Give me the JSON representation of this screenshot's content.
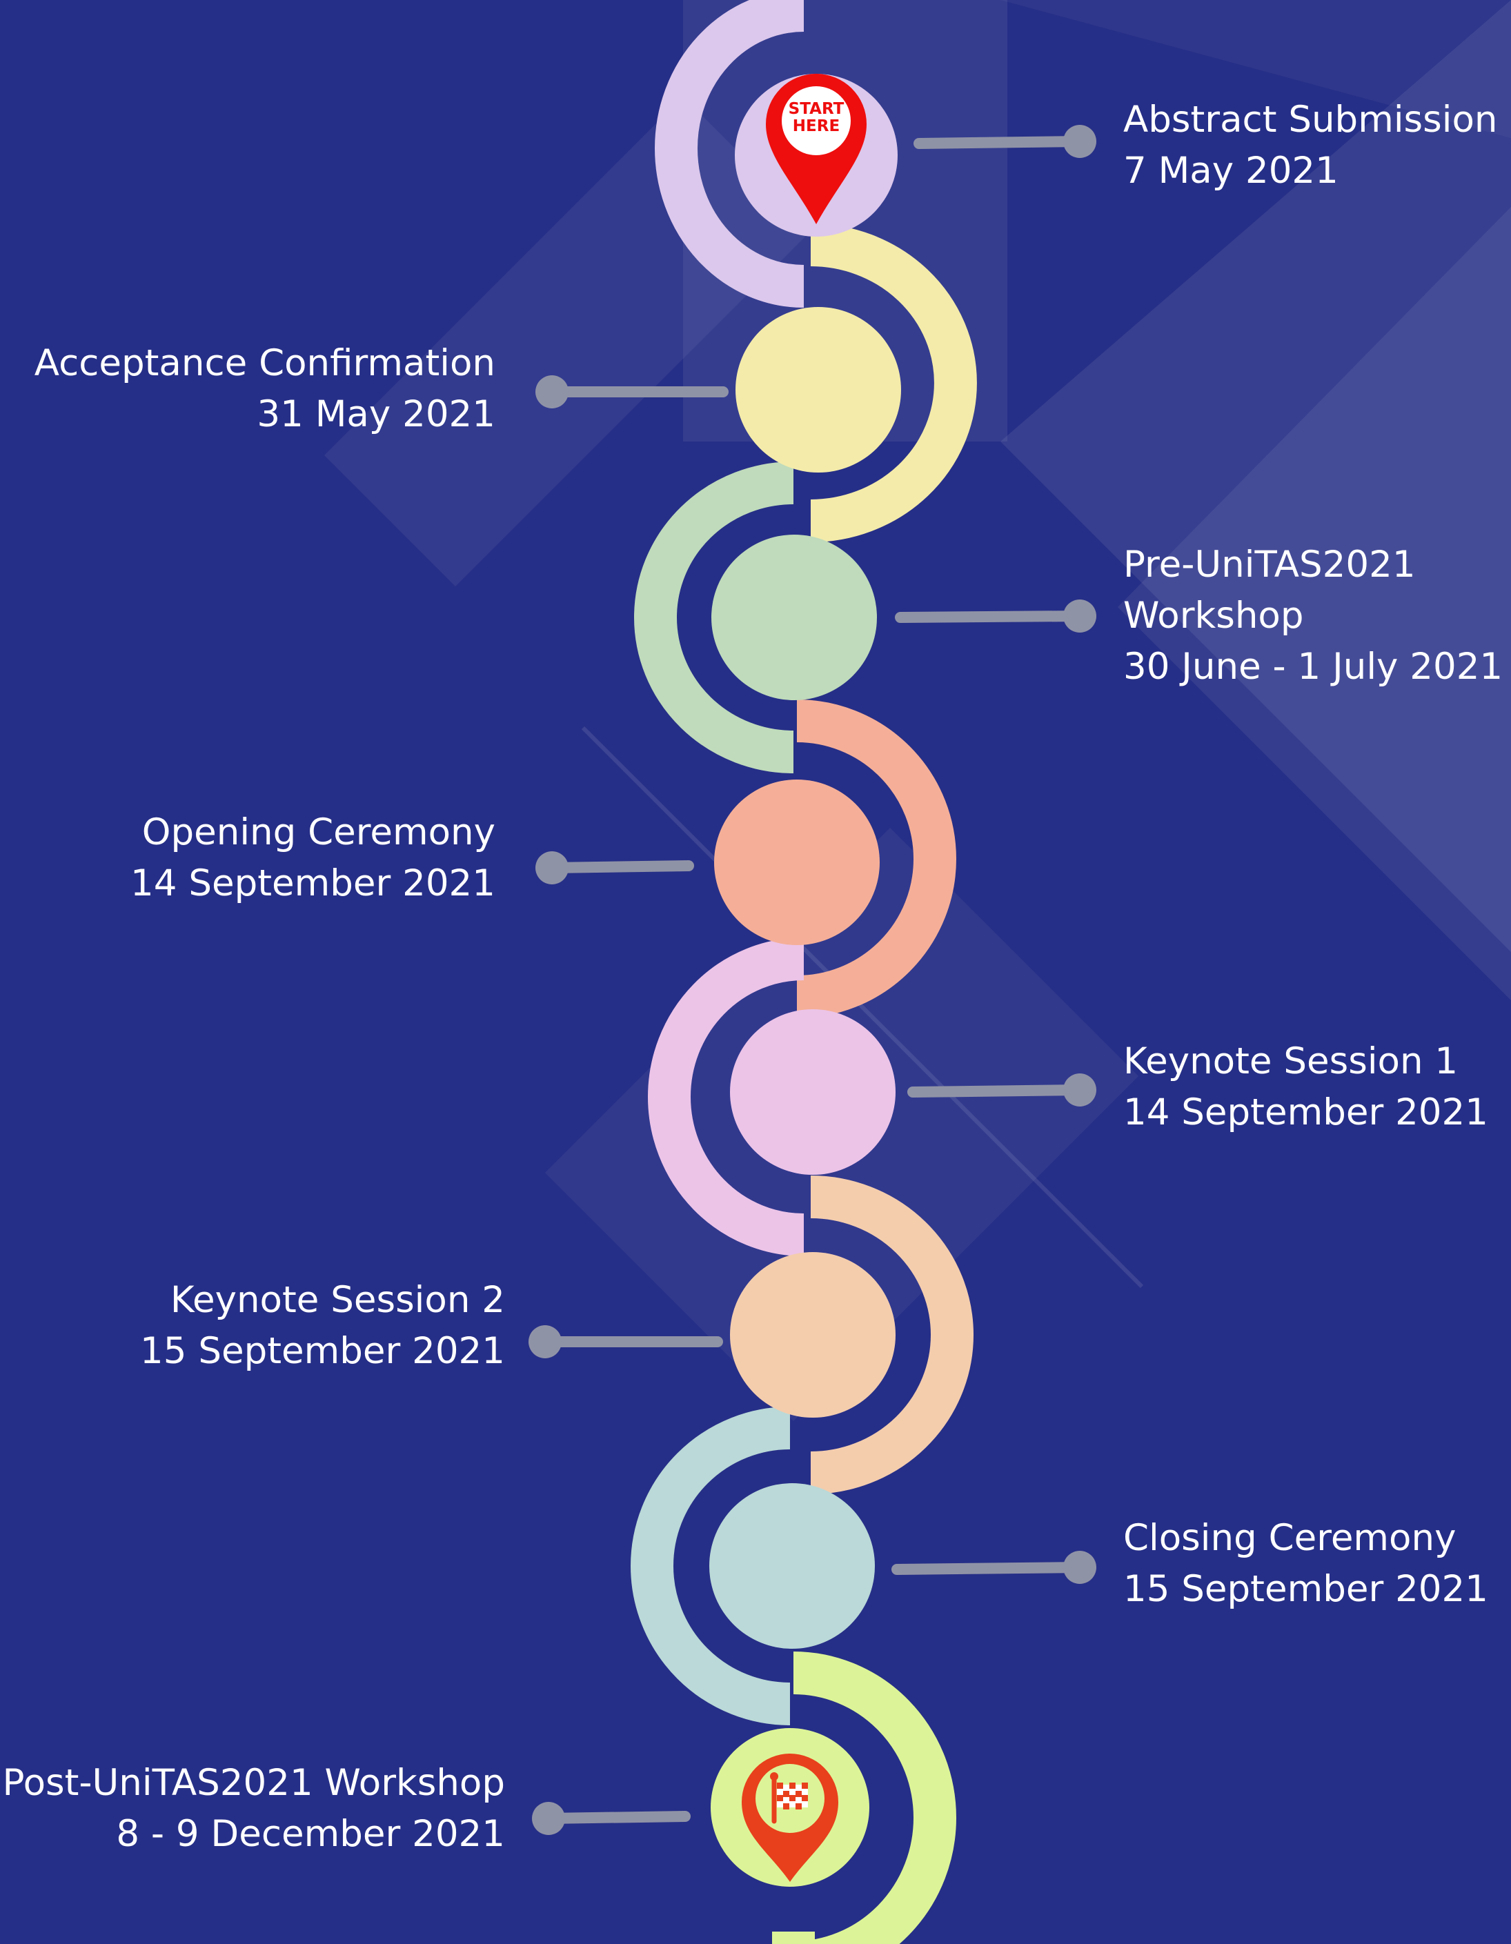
{
  "colors": {
    "background": "#262f87",
    "connector": "#8f93a6",
    "text": "#ffffff",
    "marker_red": "#ee0e0e",
    "finish_orange": "#e8401c"
  },
  "start_marker": {
    "icon": "location-pin-icon",
    "line1": "START",
    "line2": "HERE"
  },
  "finish_marker": {
    "icon": "checkered-flag-pin-icon"
  },
  "milestones": [
    {
      "lines": [
        "Abstract Submission",
        "7 May 2021"
      ],
      "side": "right",
      "color": "#dcc8ec"
    },
    {
      "lines": [
        "Acceptance Confirmation",
        "31 May 2021"
      ],
      "side": "left",
      "color": "#f4ebaa"
    },
    {
      "lines": [
        "Pre-UniTAS2021",
        "Workshop",
        "30 June - 1 July 2021"
      ],
      "side": "right",
      "color": "#bfdbbb"
    },
    {
      "lines": [
        "Opening Ceremony",
        "14 September 2021"
      ],
      "side": "left",
      "color": "#f5af98"
    },
    {
      "lines": [
        "Keynote Session 1",
        "14 September 2021"
      ],
      "side": "right",
      "color": "#ecc4e8"
    },
    {
      "lines": [
        "Keynote Session 2",
        "15 September 2021"
      ],
      "side": "left",
      "color": "#f4cdad"
    },
    {
      "lines": [
        "Closing Ceremony",
        "15 September 2021"
      ],
      "side": "right",
      "color": "#bad9d8"
    },
    {
      "lines": [
        "Post-UniTAS2021 Workshop",
        "8 - 9 December 2021"
      ],
      "side": "left",
      "color": "#dcf497"
    }
  ]
}
